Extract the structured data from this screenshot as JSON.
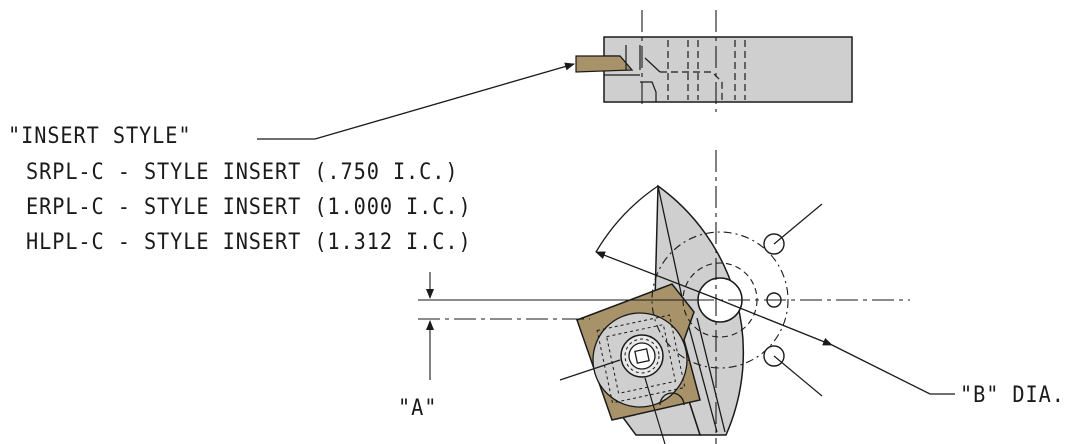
{
  "labels": {
    "insert_style_title": "\"INSERT STYLE\"",
    "style_lines": [
      "SRPL-C - STYLE INSERT (.750 I.C.)",
      "ERPL-C - STYLE INSERT (1.000 I.C.)",
      "HLPL-C - STYLE INSERT (1.312 I.C.)"
    ],
    "dim_a": "\"A\"",
    "dim_b": "\"B\" DIA."
  },
  "colors": {
    "line": "#1a1a1a",
    "body_fill": "#cfcfcf",
    "insert_fill": "#a8926a",
    "background": "#ffffff"
  }
}
